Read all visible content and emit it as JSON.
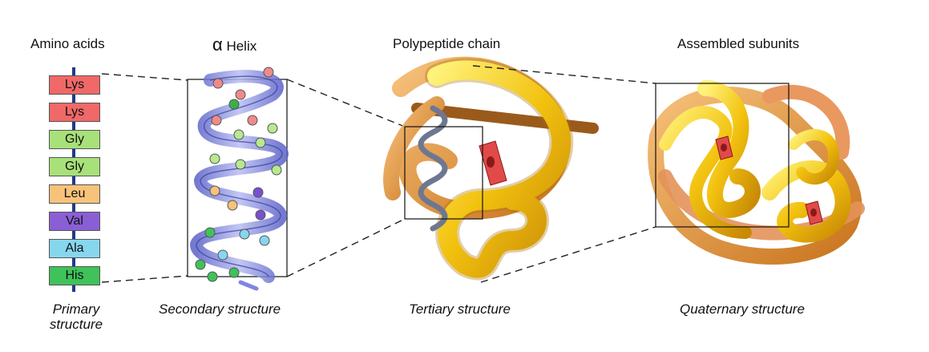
{
  "titles": {
    "amino": "Amino acids",
    "alpha_symbol": "α",
    "alpha_word": "Helix",
    "chain": "Polypeptide chain",
    "assembled": "Assembled subunits"
  },
  "captions": {
    "primary_1": "Primary",
    "primary_2": "structure",
    "secondary": "Secondary structure",
    "tertiary": "Tertiary structure",
    "quaternary": "Quaternary structure"
  },
  "amino_acids": [
    {
      "label": "Lys",
      "color": "#f06868"
    },
    {
      "label": "Lys",
      "color": "#f06868"
    },
    {
      "label": "Gly",
      "color": "#a8e07a"
    },
    {
      "label": "Gly",
      "color": "#a8e07a"
    },
    {
      "label": "Leu",
      "color": "#f7c27a"
    },
    {
      "label": "Val",
      "color": "#8a5fd6"
    },
    {
      "label": "Ala",
      "color": "#86d7ee"
    },
    {
      "label": "His",
      "color": "#3fc25a"
    }
  ],
  "colors": {
    "backbone": "#1f3a8a",
    "helix_ribbon": "#7f86e0",
    "chain_yellow": "#f2c20f",
    "chain_orange": "#e39a3c",
    "heme_red": "#d23a3a"
  }
}
